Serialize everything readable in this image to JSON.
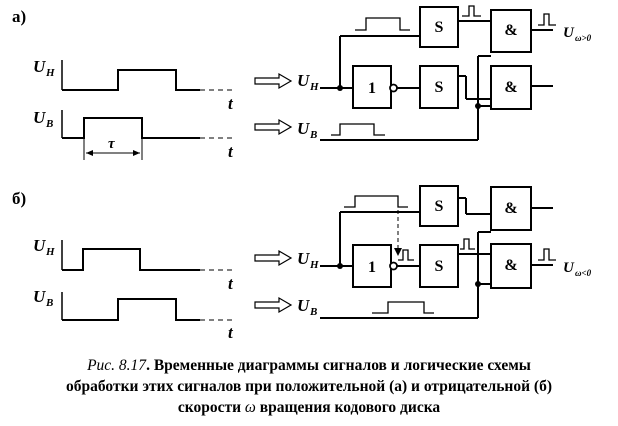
{
  "part_a": {
    "label": "а)",
    "signal_top": "U",
    "signal_top_sub": "Н",
    "signal_bottom": "U",
    "signal_bottom_sub": "В",
    "time_label": "t",
    "tau_label": "τ",
    "gate_not": "1",
    "gate_s": "S",
    "gate_and": "&",
    "input_top": "U",
    "input_top_sub": "Н",
    "input_bottom": "U",
    "input_bottom_sub": "В",
    "output": "U",
    "output_sub": "ω>0"
  },
  "part_b": {
    "label": "б)",
    "signal_top": "U",
    "signal_top_sub": "Н",
    "signal_bottom": "U",
    "signal_bottom_sub": "В",
    "time_label": "t",
    "gate_not": "1",
    "gate_s": "S",
    "gate_and": "&",
    "input_top": "U",
    "input_top_sub": "Н",
    "input_bottom": "U",
    "input_bottom_sub": "В",
    "output": "U",
    "output_sub": "ω<0"
  },
  "caption": {
    "prefix": "Рис. 8.17",
    "line1": ". Временные диаграммы сигналов и логические схемы",
    "line2": "обработки этих сигналов при положительной (а) и отрицательной (б)",
    "line3_before": "скорости ",
    "omega": "ω",
    "line3_after": " вращения кодового диска"
  }
}
